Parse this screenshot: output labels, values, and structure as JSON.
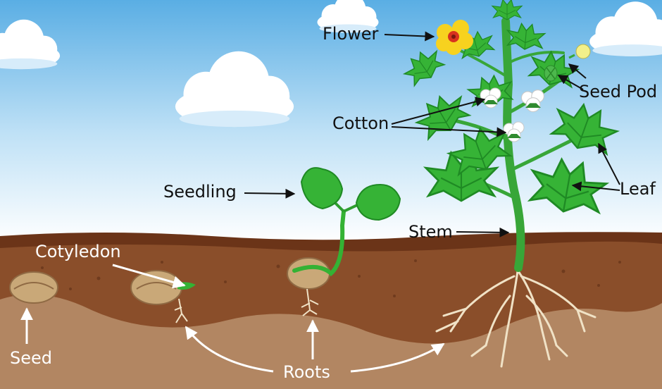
{
  "diagram": {
    "labels": {
      "flower": "Flower",
      "seed_pod": "Seed Pod",
      "cotton": "Cotton",
      "leaf": "Leaf",
      "stem": "Stem",
      "seedling": "Seedling",
      "cotyledon": "Cotyledon",
      "seed": "Seed",
      "roots": "Roots"
    },
    "colors": {
      "sky_top": "#5aaee4",
      "sky_bottom": "#ffffff",
      "soil_top": "#6b3418",
      "soil_mid": "#8a4e2a",
      "soil_light": "#b28662",
      "leaf": "#34b234",
      "leaf_dark": "#1f8a24",
      "flower_petal": "#f7d21f",
      "flower_center": "#d8321e",
      "roots": "#f0e2c6",
      "seed": "#c9a878"
    }
  }
}
